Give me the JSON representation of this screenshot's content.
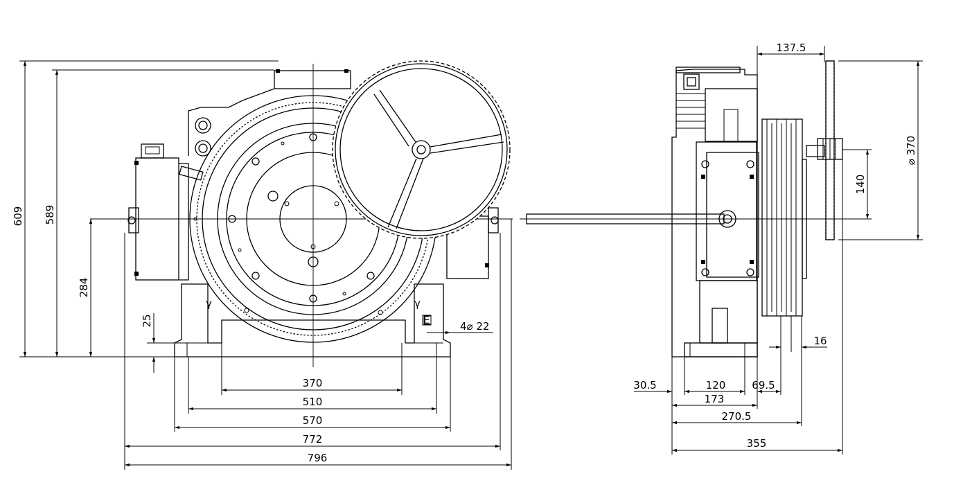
{
  "front_view": {
    "dim_609": "609",
    "dim_589": "589",
    "dim_284": "284",
    "dim_25": "25",
    "dim_370": "370",
    "dim_510": "510",
    "dim_570": "570",
    "dim_772": "772",
    "dim_796": "796",
    "dim_holes": "4⌀ 22",
    "stamp": "E"
  },
  "side_view": {
    "dim_137_5": "137.5",
    "dim_dia_370": "⌀ 370",
    "dim_140": "140",
    "dim_16": "16",
    "dim_30_5": "30.5",
    "dim_120": "120",
    "dim_69_5": "69.5",
    "dim_173": "173",
    "dim_270_5": "270.5",
    "dim_355": "355"
  },
  "colors": {
    "line": "#000000",
    "background": "#ffffff"
  }
}
